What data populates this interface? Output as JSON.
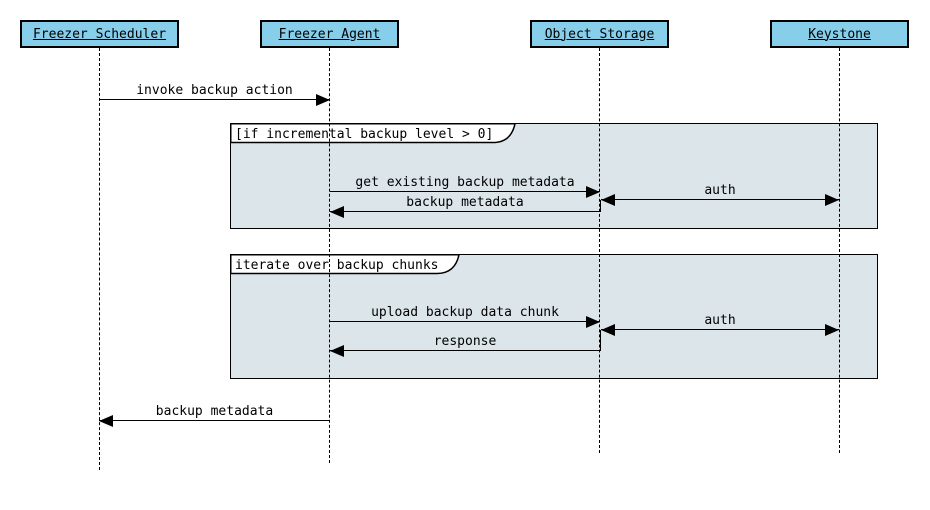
{
  "diagram": {
    "type": "sequence",
    "actors": [
      {
        "label": "Freezer Scheduler"
      },
      {
        "label": "Freezer Agent"
      },
      {
        "label": "Object Storage"
      },
      {
        "label": "Keystone"
      }
    ],
    "fragments": [
      {
        "label": "[if incremental backup level > 0]"
      },
      {
        "label": "iterate over backup chunks"
      }
    ],
    "messages": [
      {
        "label": "invoke backup action",
        "from": "Freezer Scheduler",
        "to": "Freezer Agent",
        "direction": "right"
      },
      {
        "label": "get existing backup metadata",
        "from": "Freezer Agent",
        "to": "Object Storage",
        "direction": "right",
        "fragment": "[if incremental backup level > 0]"
      },
      {
        "label": "backup metadata",
        "from": "Object Storage",
        "to": "Freezer Agent",
        "direction": "left",
        "fragment": "[if incremental backup level > 0]"
      },
      {
        "label": "auth",
        "from": "Object Storage",
        "to": "Keystone",
        "direction": "both",
        "fragment": "[if incremental backup level > 0]"
      },
      {
        "label": "upload backup data chunk",
        "from": "Freezer Agent",
        "to": "Object Storage",
        "direction": "right",
        "fragment": "iterate over backup chunks"
      },
      {
        "label": "response",
        "from": "Object Storage",
        "to": "Freezer Agent",
        "direction": "left",
        "fragment": "iterate over backup chunks"
      },
      {
        "label": "auth",
        "from": "Object Storage",
        "to": "Keystone",
        "direction": "both",
        "fragment": "iterate over backup chunks"
      },
      {
        "label": "backup metadata",
        "from": "Freezer Agent",
        "to": "Freezer Scheduler",
        "direction": "left"
      }
    ],
    "colors": {
      "actor_fill": "#87CEEB",
      "fragment_fill": "#DCE6EA",
      "line": "#000000",
      "background": "#FFFFFF"
    }
  }
}
